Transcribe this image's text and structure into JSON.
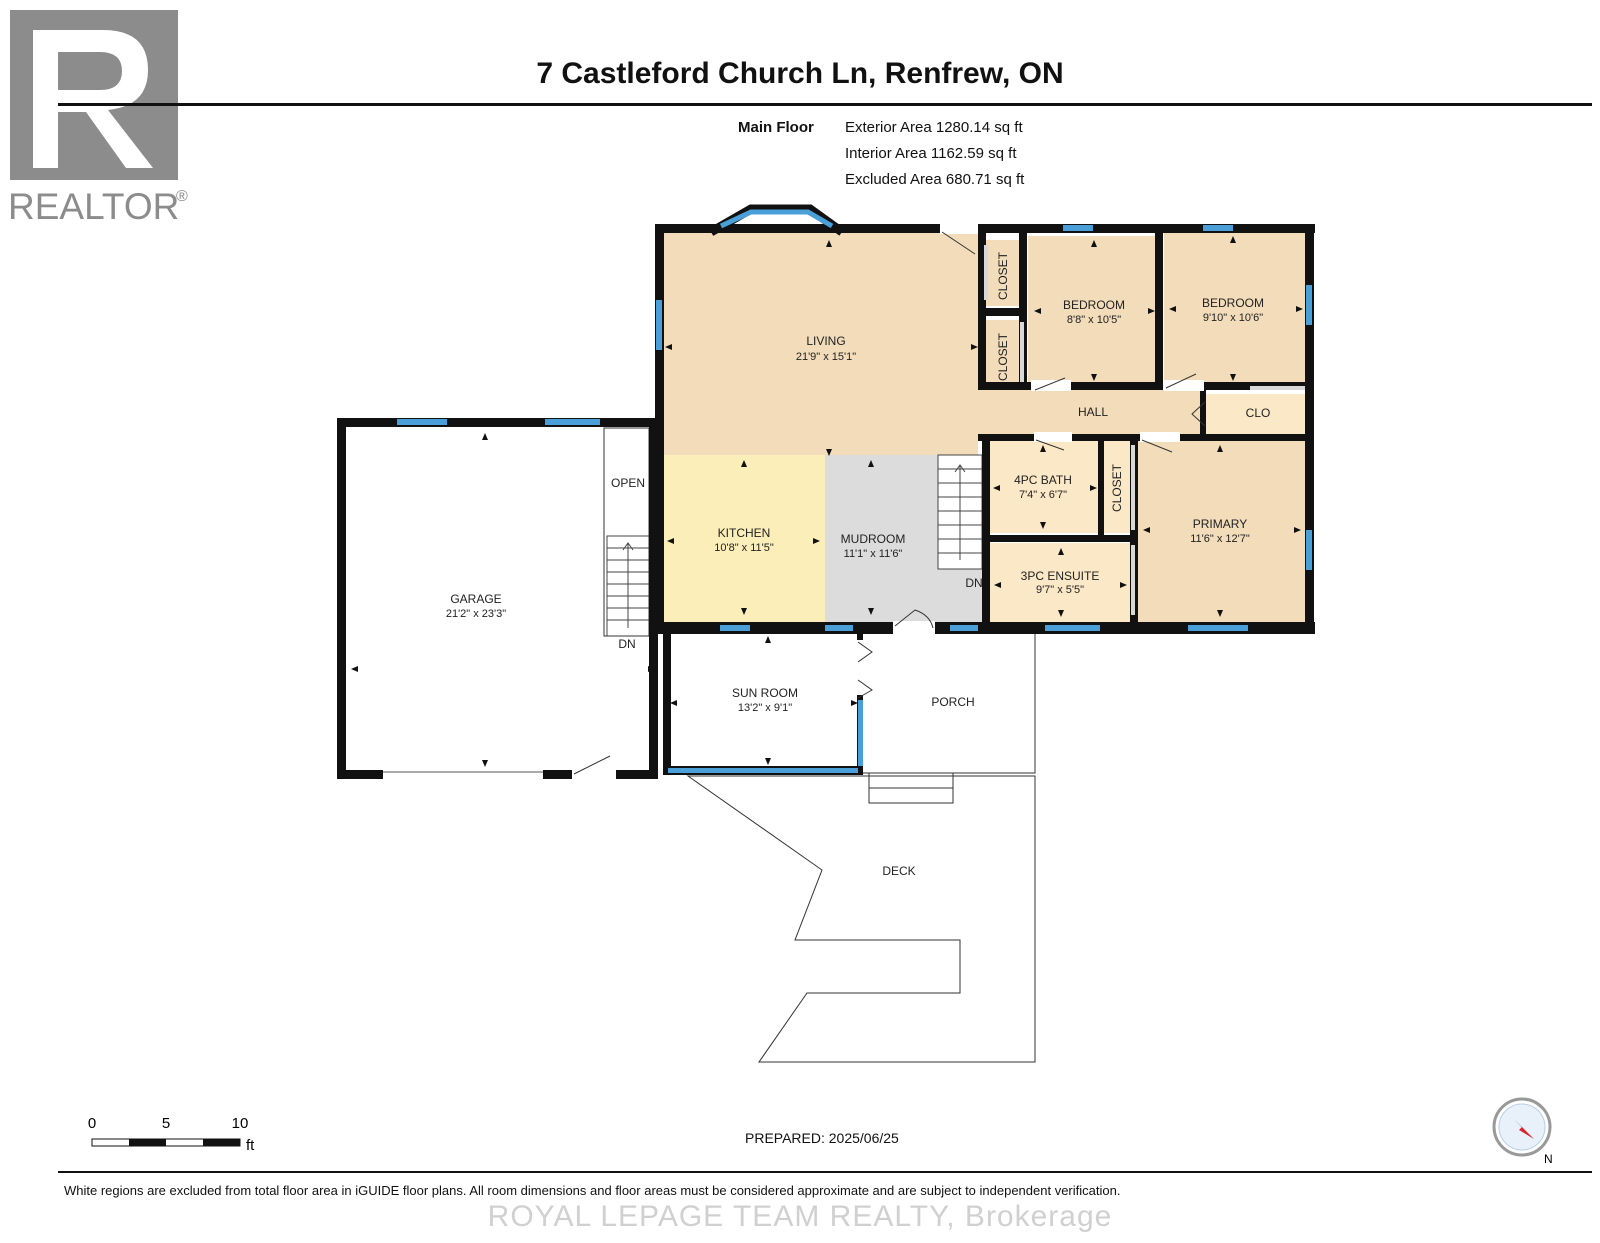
{
  "header": {
    "title": "7 Castleford Church Ln, Renfrew, ON",
    "floor_label": "Main Floor",
    "areas": [
      "Exterior Area 1280.14 sq ft",
      "Interior Area 1162.59 sq ft",
      "Excluded Area 680.71 sq ft"
    ]
  },
  "logo": {
    "text": "REALTOR",
    "mark": "®"
  },
  "rooms": {
    "living": {
      "name": "LIVING",
      "dim": "21'9\" x 15'1\""
    },
    "bedroom1": {
      "name": "BEDROOM",
      "dim": "8'8\" x 10'5\""
    },
    "bedroom2": {
      "name": "BEDROOM",
      "dim": "9'10\" x 10'6\""
    },
    "closet1": {
      "name": "CLOSET"
    },
    "closet2": {
      "name": "CLOSET"
    },
    "closet3": {
      "name": "CLOSET"
    },
    "hall": {
      "name": "HALL"
    },
    "clo": {
      "name": "CLO"
    },
    "kitchen": {
      "name": "KITCHEN",
      "dim": "10'8\" x 11'5\""
    },
    "mudroom": {
      "name": "MUDROOM",
      "dim": "11'1\" x 11'6\""
    },
    "bath4": {
      "name": "4PC BATH",
      "dim": "7'4\" x 6'7\""
    },
    "ensuite": {
      "name": "3PC ENSUITE",
      "dim": "9'7\" x 5'5\""
    },
    "primary": {
      "name": "PRIMARY",
      "dim": "11'6\" x 12'7\""
    },
    "garage": {
      "name": "GARAGE",
      "dim": "21'2\" x 23'3\""
    },
    "open": {
      "name": "OPEN"
    },
    "dn_garage": {
      "name": "DN"
    },
    "dn_mud": {
      "name": "DN"
    },
    "sunroom": {
      "name": "SUN ROOM",
      "dim": "13'2\" x 9'1\""
    },
    "porch": {
      "name": "PORCH"
    },
    "deck": {
      "name": "DECK"
    }
  },
  "scale": {
    "ticks": [
      "0",
      "5",
      "10"
    ],
    "unit": "ft"
  },
  "compass": {
    "label": "N"
  },
  "footer": {
    "prepared": "PREPARED: 2025/06/25",
    "disclaimer": "White regions are excluded from total floor area in iGUIDE floor plans. All room dimensions and floor areas must be considered approximate and are subject to independent verification.",
    "watermark": "ROYAL LEPAGE TEAM REALTY, Brokerage"
  },
  "colors": {
    "wall": "#111111",
    "window": "#4a9fd8",
    "living": "#f2dcba",
    "bedroom": "#f2dcba",
    "kitchen": "#fbeeb9",
    "mudroom": "#dcdcdc",
    "wet_room": "#fbe8c6",
    "logo": "#8a8a8a"
  }
}
